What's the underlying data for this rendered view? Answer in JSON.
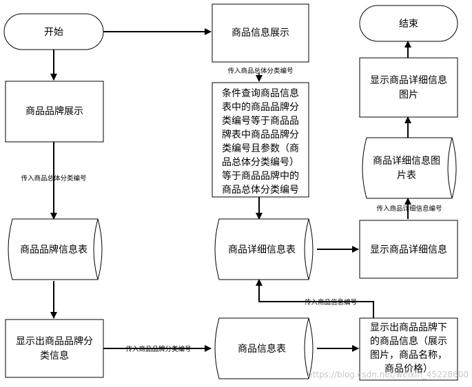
{
  "nodes": {
    "start": "开始",
    "product_info_display": "商品信息展示",
    "end": "结束",
    "brand_display": "商品品牌展示",
    "query": [
      "条件查询商品信息",
      "表中的商品品牌分",
      "类编号等于商品品",
      "牌表中商品品牌分",
      "类编号且参数（商",
      "品总体分类编号）",
      "等于商品品牌中的",
      "商品总体分类编号"
    ],
    "detail_display_pic": [
      "显示商品详细信息",
      "图片"
    ],
    "detail_pic_table": [
      "商品详细信息图",
      "片表"
    ],
    "brand_info_table": "商品品牌信息表",
    "product_detail_table": "商品详细信息表",
    "show_product_detail": "显示商品详细信息",
    "show_brand_category": [
      "显示出商品品牌分",
      "类信息"
    ],
    "product_info_table": "商品信息表",
    "show_product_under_brand": [
      "显示出商品品牌下",
      "的商品信息（展示",
      "图片，商品名称，",
      "商品价格）"
    ]
  },
  "edge_labels": {
    "pass_category_top": "传入商品总体分类编号",
    "pass_category_left": "传入商品总体分类编号",
    "pass_detail_id": "传入商品详细信息编号",
    "pass_product_id": "传入商品信息编号",
    "pass_brand_category": "传入商品品牌分类编号"
  },
  "watermark": "https://blog.csdn.net/weixin_45228600"
}
